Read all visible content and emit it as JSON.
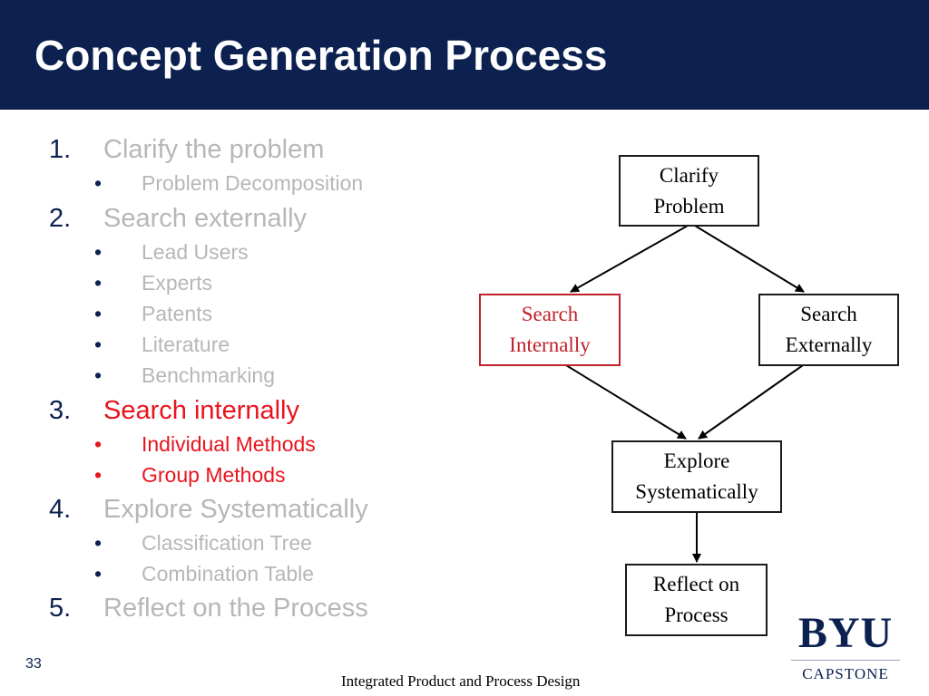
{
  "title": "Concept Generation Process",
  "colors": {
    "navy": "#0c2150",
    "highlight": "#e8141e",
    "muted": "#b7b7b7"
  },
  "outline": [
    {
      "number": "1.",
      "text": "Clarify the problem",
      "highlighted": false,
      "subitems": [
        {
          "bullet": "•",
          "text": "Problem Decomposition"
        }
      ]
    },
    {
      "number": "2.",
      "text": "Search externally",
      "highlighted": false,
      "subitems": [
        {
          "bullet": "•",
          "text": "Lead Users"
        },
        {
          "bullet": "•",
          "text": "Experts"
        },
        {
          "bullet": "•",
          "text": "Patents"
        },
        {
          "bullet": "•",
          "text": "Literature"
        },
        {
          "bullet": "•",
          "text": "Benchmarking"
        }
      ]
    },
    {
      "number": "3.",
      "text": "Search internally",
      "highlighted": true,
      "subitems": [
        {
          "bullet": "•",
          "text": "Individual Methods"
        },
        {
          "bullet": "•",
          "text": "Group Methods"
        }
      ]
    },
    {
      "number": "4.",
      "text": "Explore Systematically",
      "highlighted": false,
      "subitems": [
        {
          "bullet": "•",
          "text": "Classification Tree"
        },
        {
          "bullet": "•",
          "text": "Combination Table"
        }
      ]
    },
    {
      "number": "5.",
      "text": "Reflect on the Process",
      "highlighted": false,
      "subitems": []
    }
  ],
  "flowchart": {
    "clarify": [
      "Clarify",
      "Problem"
    ],
    "internal": [
      "Search",
      "Internally"
    ],
    "external": [
      "Search",
      "Externally"
    ],
    "explore": [
      "Explore",
      "Systematically"
    ],
    "reflect": [
      "Reflect on",
      "Process"
    ]
  },
  "footer": {
    "slide_number": "33",
    "course": "Integrated Product and Process Design"
  },
  "logo": {
    "primary": "BYU",
    "secondary": "CAPSTONE"
  }
}
